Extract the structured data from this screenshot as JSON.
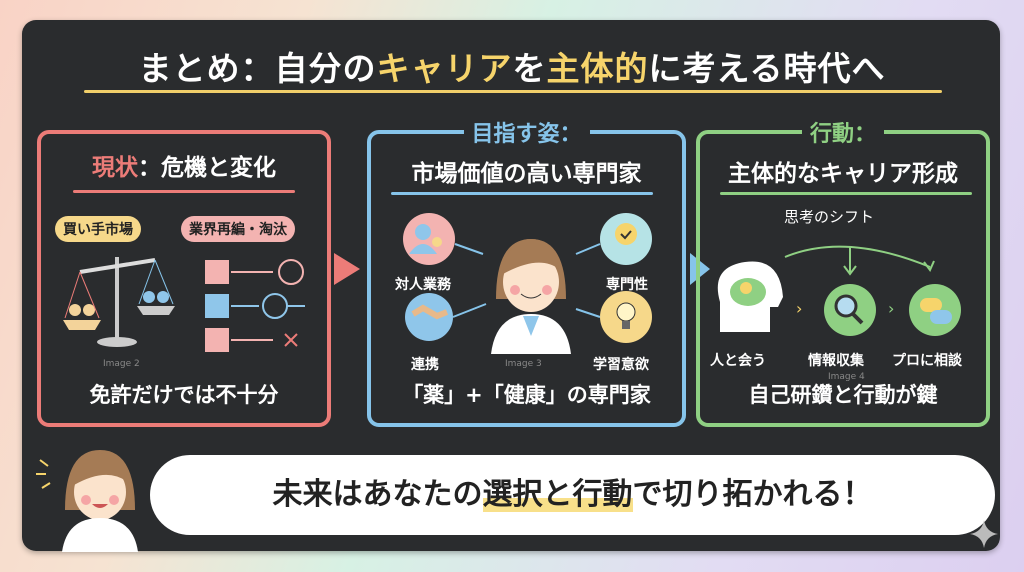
{
  "title": {
    "prefix": "まとめ：自分の",
    "accent1": "キャリア",
    "mid": "を",
    "accent2": "主体的",
    "suffix": "に考える時代へ"
  },
  "panel1": {
    "label": "現状",
    "title": "：危機と変化",
    "pill1": "買い手市場",
    "pill2": "業界再編・淘汰",
    "image_caption": "Image 2",
    "footer": "免許だけでは不十分"
  },
  "panel2": {
    "label": "目指す姿：",
    "title": "市場価値の高い専門家",
    "items": [
      "対人業務",
      "専門性",
      "連携",
      "学習意欲"
    ],
    "image_caption": "Image 3",
    "footer": "「薬」+「健康」の専門家"
  },
  "panel3": {
    "label": "行動：",
    "title": "主体的なキャリア形成",
    "shift": "思考のシフト",
    "steps": [
      "人と会う",
      "情報収集",
      "プロに相談"
    ],
    "image_caption": "Image 4",
    "footer": "自己研鑽と行動が鍵"
  },
  "bubble": {
    "pre": "未来はあなたの",
    "highlight": "選択と行動",
    "post": "で切り拓かれる！"
  },
  "colors": {
    "red": "#ec7c78",
    "blue": "#86c4ea",
    "green": "#8fd083",
    "yellow": "#f6d46b",
    "board": "#2a2c2e"
  }
}
